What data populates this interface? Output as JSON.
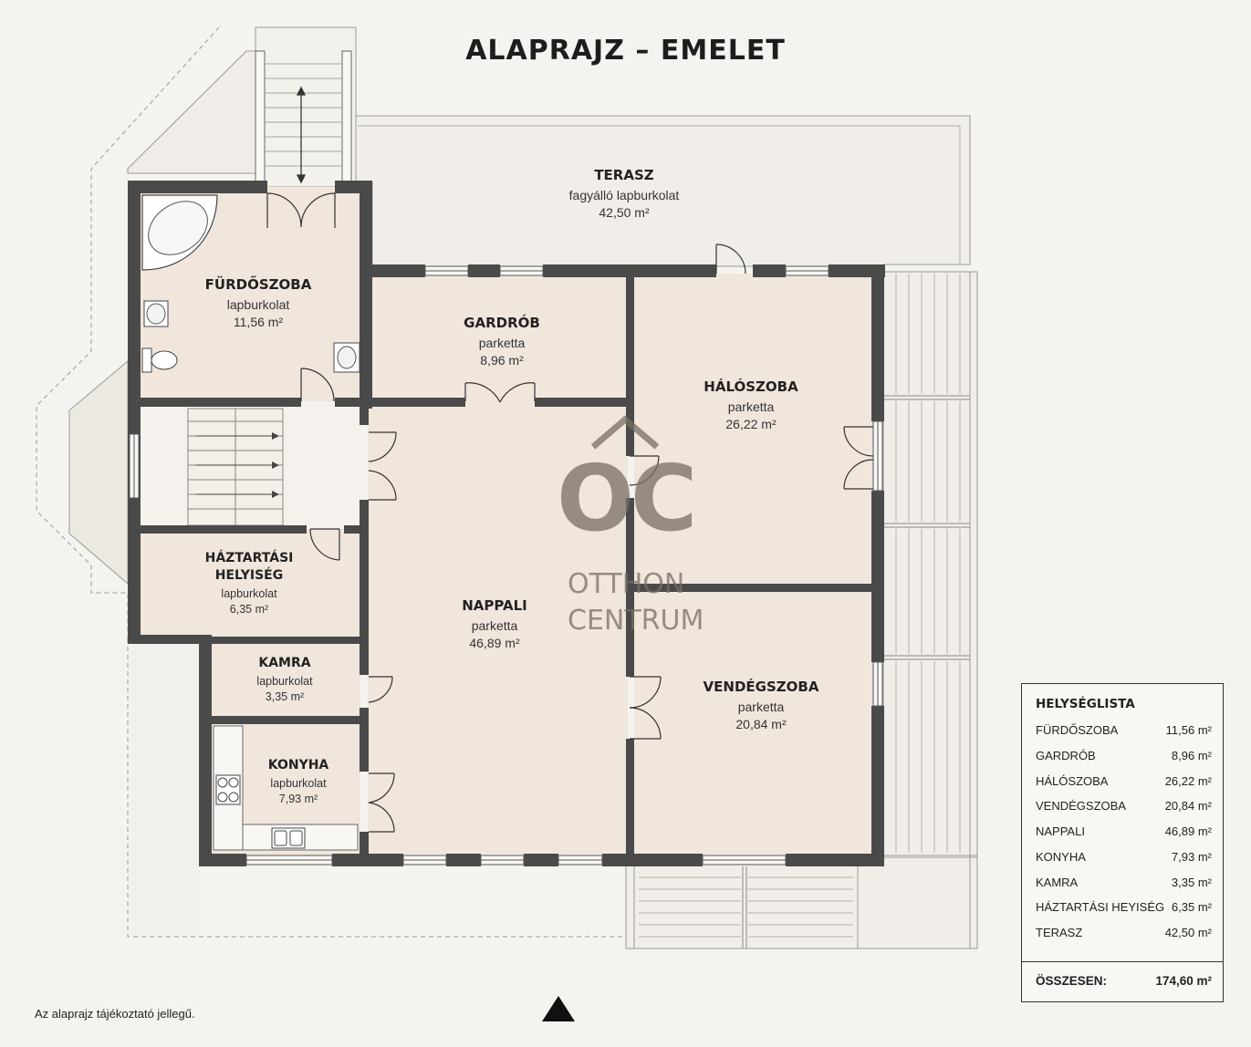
{
  "title": "ALAPRAJZ – EMELET",
  "note": "Az alaprajz tájékoztató jellegű.",
  "rooms": [
    {
      "id": "terasz",
      "name": "TERASZ",
      "material": "fagyálló lapburkolat",
      "area": "42,50 m²"
    },
    {
      "id": "furdoszoba",
      "name": "FÜRDŐSZOBA",
      "material": "lapburkolat",
      "area": "11,56 m²"
    },
    {
      "id": "gardrob",
      "name": "GARDRÓB",
      "material": "parketta",
      "area": "8,96 m²"
    },
    {
      "id": "haloszoba",
      "name": "HÁLÓSZOBA",
      "material": "parketta",
      "area": "26,22 m²"
    },
    {
      "id": "haztartasi",
      "name": "HÁZTARTÁSI",
      "name2": "HELYISÉG",
      "material": "lapburkolat",
      "area": "6,35 m²"
    },
    {
      "id": "nappali",
      "name": "NAPPALI",
      "material": "parketta",
      "area": "46,89 m²"
    },
    {
      "id": "kamra",
      "name": "KAMRA",
      "material": "lapburkolat",
      "area": "3,35 m²"
    },
    {
      "id": "vendegszoba",
      "name": "VENDÉGSZOBA",
      "material": "parketta",
      "area": "20,84 m²"
    },
    {
      "id": "konyha",
      "name": "KONYHA",
      "material": "lapburkolat",
      "area": "7,93 m²"
    }
  ],
  "watermark": {
    "logo": "OC",
    "line1": "OTTHON",
    "line2": "CENTRUM"
  },
  "legend": {
    "title": "HELYSÉGLISTA",
    "items": [
      {
        "name": "FÜRDŐSZOBA",
        "area": "11,56 m²"
      },
      {
        "name": "GARDRÓB",
        "area": "8,96 m²"
      },
      {
        "name": "HÁLÓSZOBA",
        "area": "26,22 m²"
      },
      {
        "name": "VENDÉGSZOBA",
        "area": "20,84 m²"
      },
      {
        "name": "NAPPALI",
        "area": "46,89 m²"
      },
      {
        "name": "KONYHA",
        "area": "7,93 m²"
      },
      {
        "name": "KAMRA",
        "area": "3,35 m²"
      },
      {
        "name": "HÁZTARTÁSI HEYISÉG",
        "area": "6,35 m²"
      },
      {
        "name": "TERASZ",
        "area": "42,50 m²"
      }
    ],
    "total_label": "ÖSSZESEN:",
    "total_value": "174,60 m²"
  },
  "colors": {
    "wall": "#4a4a4a",
    "room_fill": "#f1e6dc",
    "terrace_fill": "#f0ede8",
    "background": "#f5f3ef"
  },
  "icons": [
    "north-arrow-icon",
    "bathtub-icon",
    "sink-icon",
    "toilet-icon",
    "stove-icon",
    "kitchen-sink-icon",
    "stair-arrow-icon"
  ]
}
